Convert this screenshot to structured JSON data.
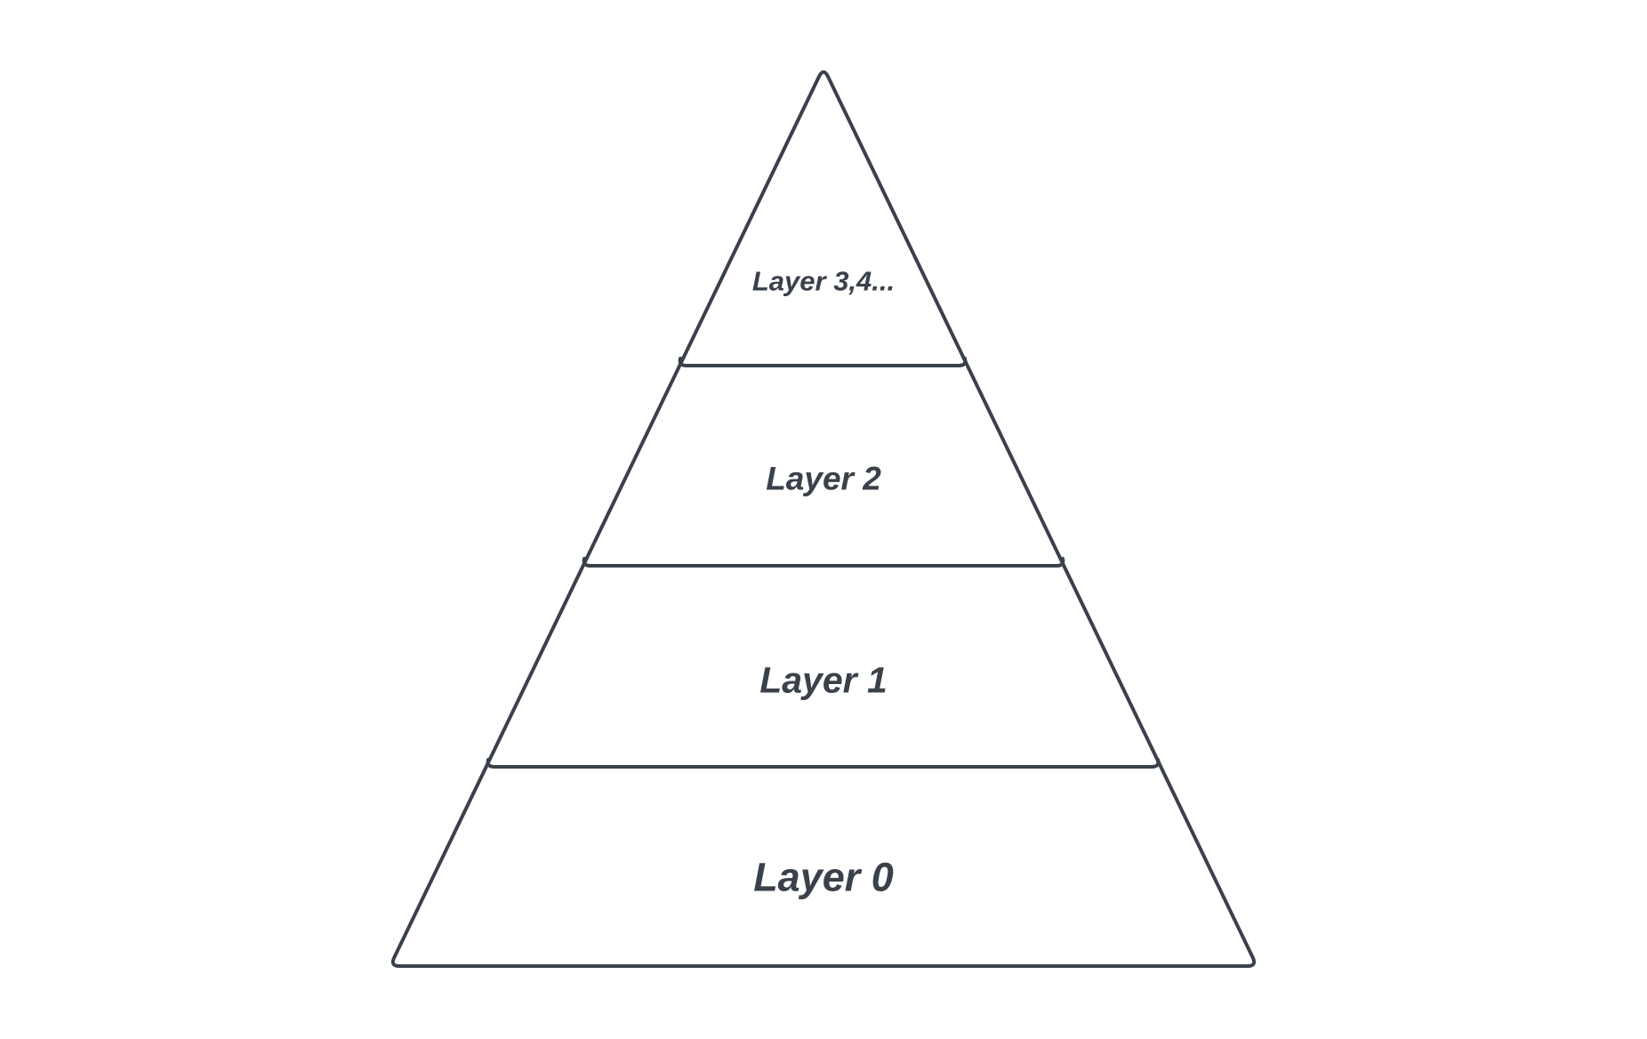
{
  "diagram": {
    "type": "pyramid",
    "stroke_color": "#3a414a",
    "text_color": "#3a414a",
    "background": "#ffffff",
    "layers": [
      {
        "label": "Layer 3,4...",
        "position": "top"
      },
      {
        "label": "Layer 2",
        "position": "upper-middle"
      },
      {
        "label": "Layer 1",
        "position": "lower-middle"
      },
      {
        "label": "Layer 0",
        "position": "base"
      }
    ]
  }
}
